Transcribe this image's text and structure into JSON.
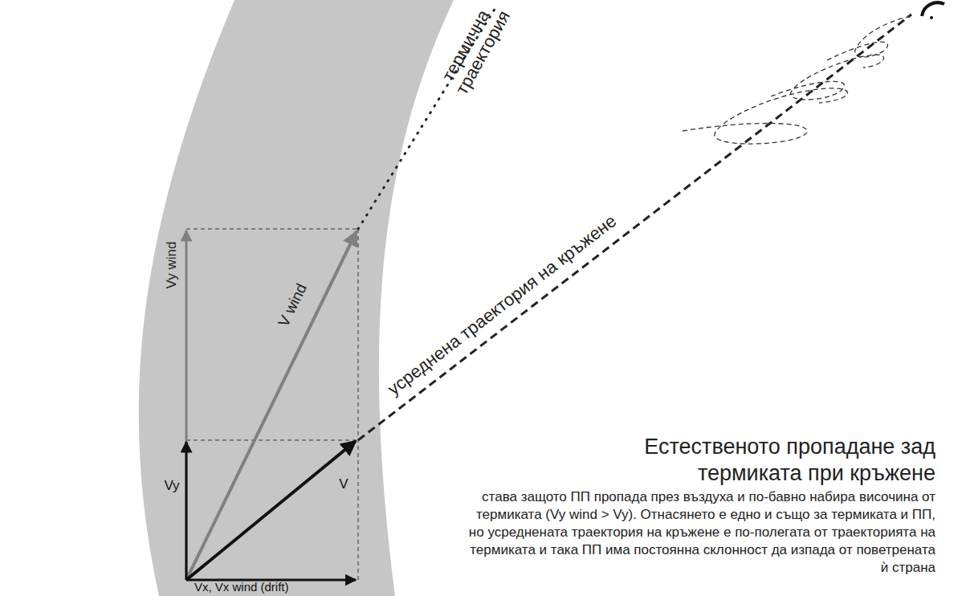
{
  "diagram": {
    "title": "Естественото пропадане зад термиката при кръжене",
    "caption": "става защото ПП пропада през въздуха и по-бавно набира височина от термиката (Vy wind > Vy). Отнасянето е едно и също за термиката и ПП, но усреднената траектория на кръжене е по-полегата от траекторията на термиката и така ПП има постоянна склонност да изпада от поветрената ѝ страна",
    "labels": [
      "термична траектория",
      "Vy wind",
      "V wind",
      "Vy",
      "V",
      "Vx, Vx wind (drift)",
      "усреднена траектория на кръжене"
    ]
  }
}
